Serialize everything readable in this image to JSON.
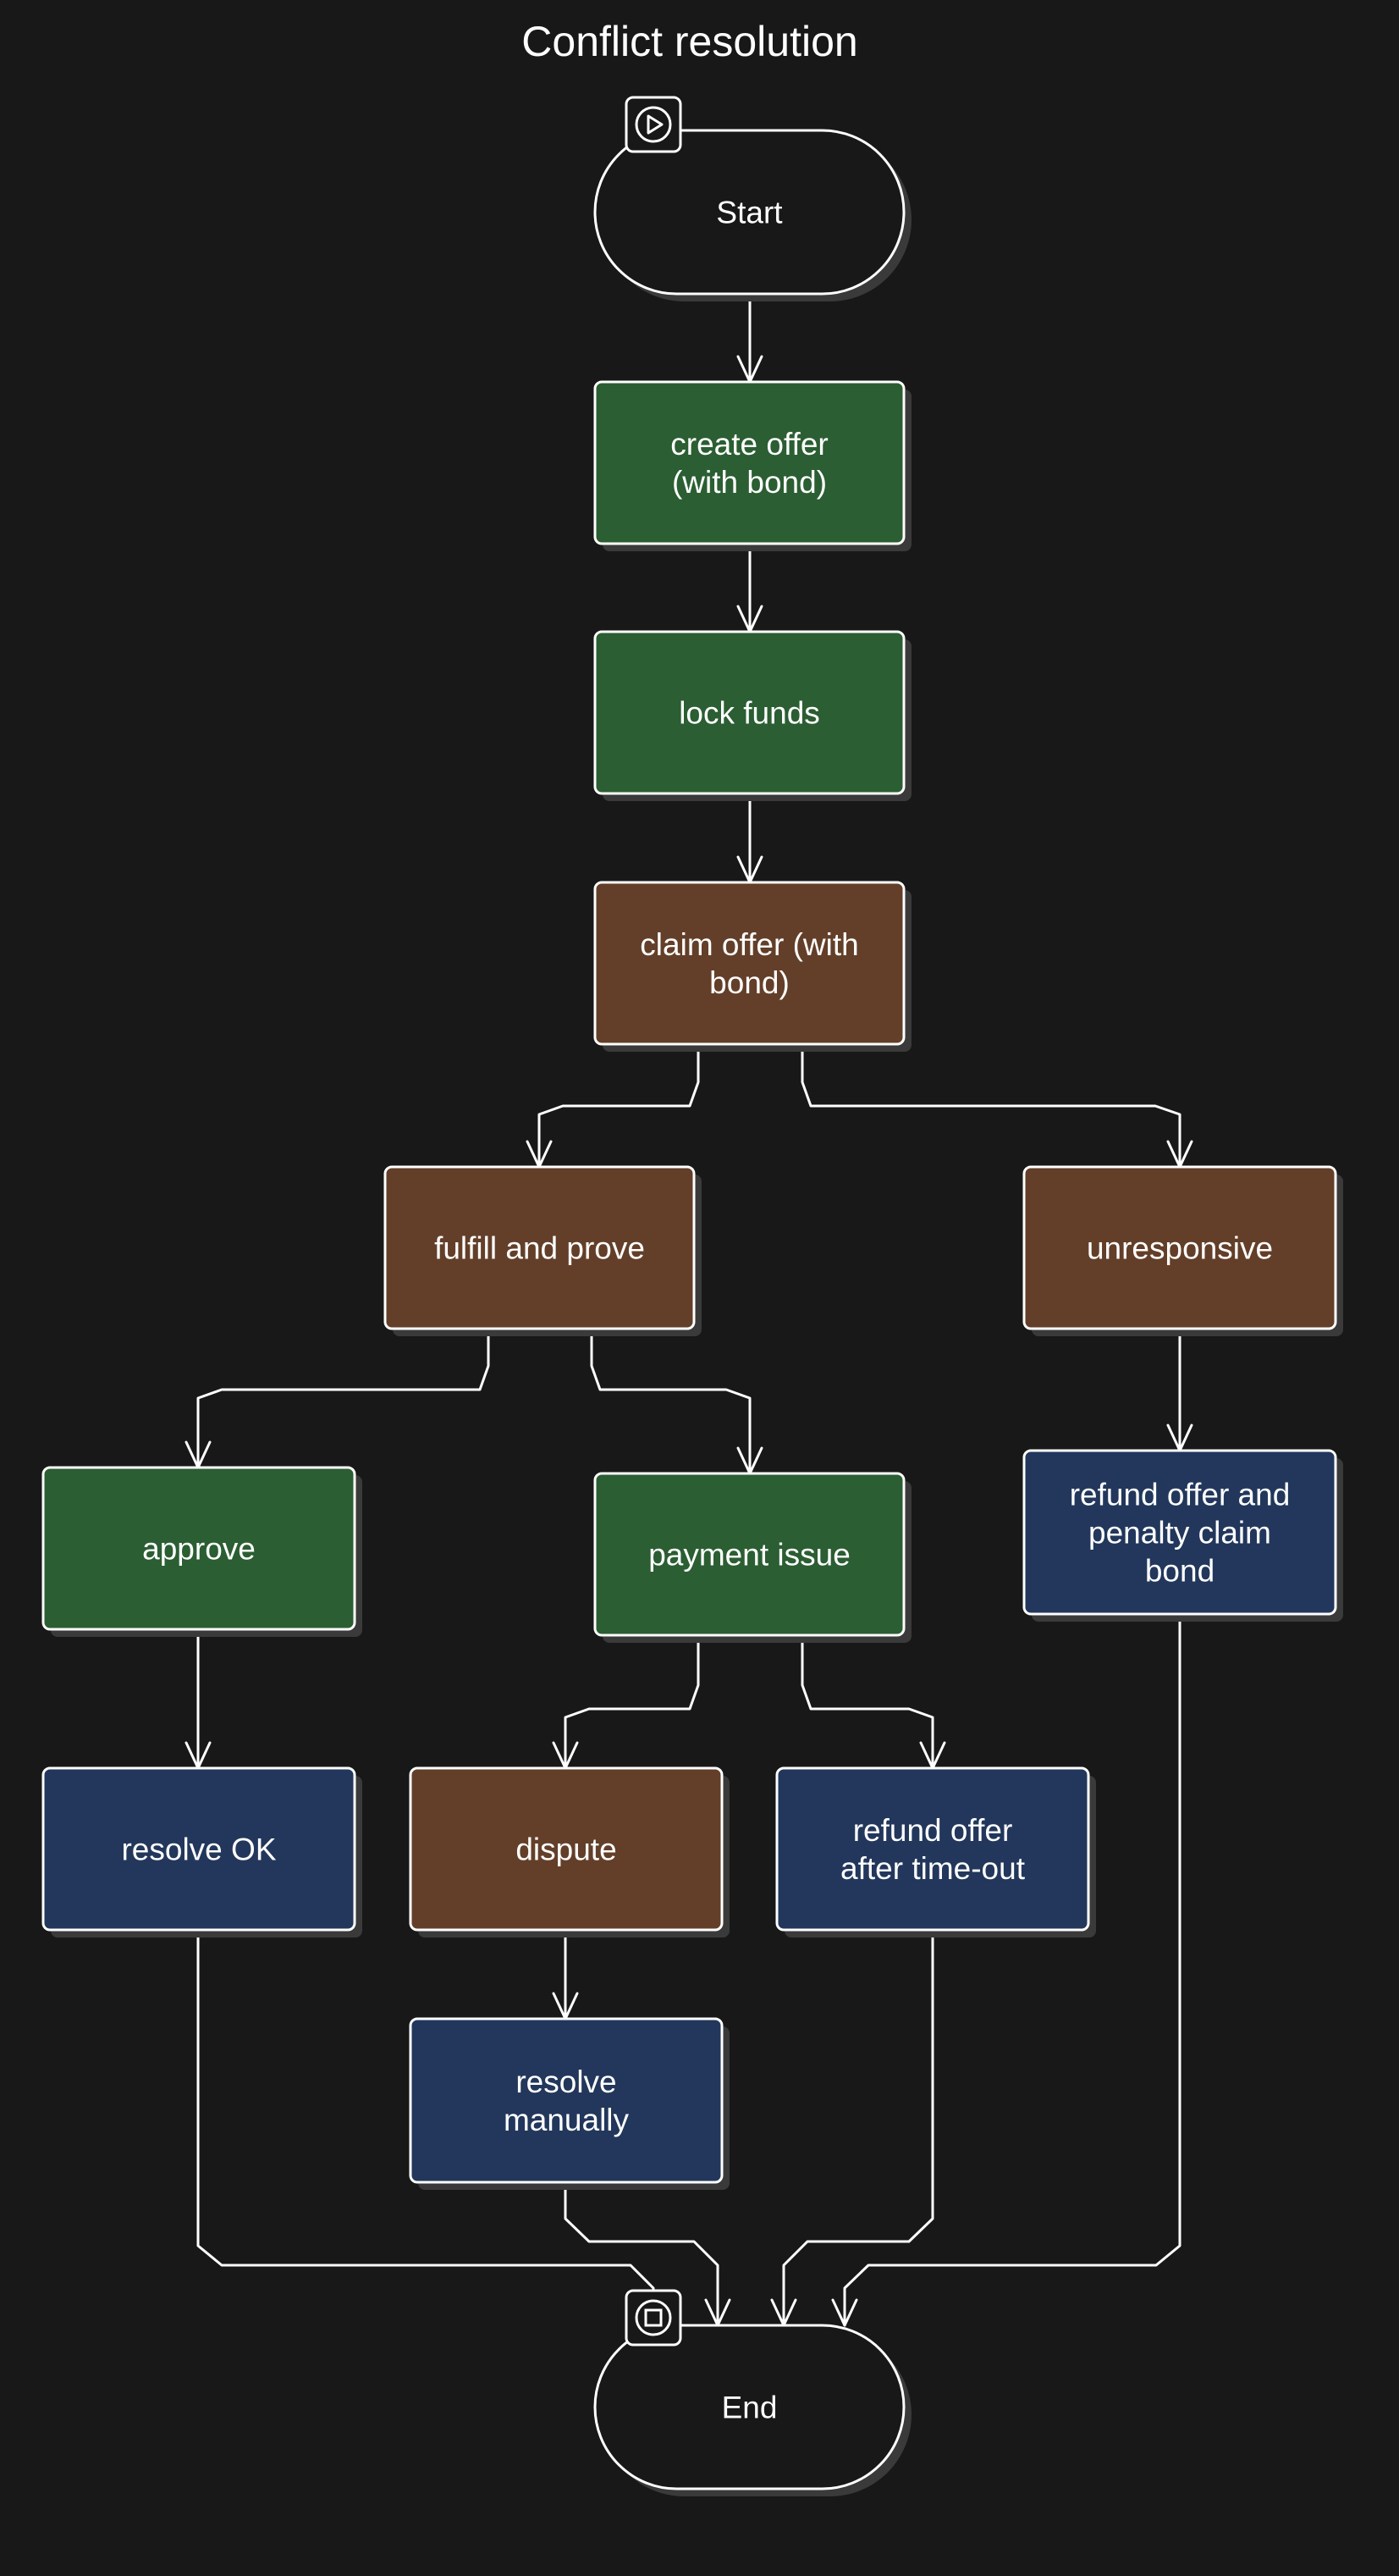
{
  "title": "Conflict resolution",
  "colors": {
    "background": "#181818",
    "green": "#2b5e32",
    "brown": "#633f29",
    "blue": "#22375b",
    "terminal": "#181818",
    "stroke": "#ffffff"
  },
  "nodes": [
    {
      "id": "start",
      "lines": [
        "Start"
      ],
      "kind": "terminal",
      "color": "terminal",
      "icon": "play-icon"
    },
    {
      "id": "create_offer",
      "lines": [
        "create offer",
        "(with bond)"
      ],
      "kind": "box",
      "color": "green"
    },
    {
      "id": "lock_funds",
      "lines": [
        "lock funds"
      ],
      "kind": "box",
      "color": "green"
    },
    {
      "id": "claim_offer",
      "lines": [
        "claim offer (with",
        "bond)"
      ],
      "kind": "box",
      "color": "brown"
    },
    {
      "id": "fulfill_prove",
      "lines": [
        "fulfill and prove"
      ],
      "kind": "box",
      "color": "brown"
    },
    {
      "id": "unresponsive",
      "lines": [
        "unresponsive"
      ],
      "kind": "box",
      "color": "brown"
    },
    {
      "id": "approve",
      "lines": [
        "approve"
      ],
      "kind": "box",
      "color": "green"
    },
    {
      "id": "payment_issue",
      "lines": [
        "payment issue"
      ],
      "kind": "box",
      "color": "green"
    },
    {
      "id": "refund_penalty",
      "lines": [
        "refund offer and",
        "penalty claim",
        "bond"
      ],
      "kind": "box",
      "color": "blue"
    },
    {
      "id": "resolve_ok",
      "lines": [
        "resolve OK"
      ],
      "kind": "box",
      "color": "blue"
    },
    {
      "id": "dispute",
      "lines": [
        "dispute"
      ],
      "kind": "box",
      "color": "brown"
    },
    {
      "id": "refund_timeout",
      "lines": [
        "refund offer",
        "after time-out"
      ],
      "kind": "box",
      "color": "blue"
    },
    {
      "id": "resolve_manually",
      "lines": [
        "resolve",
        "manually"
      ],
      "kind": "box",
      "color": "blue"
    },
    {
      "id": "end",
      "lines": [
        "End"
      ],
      "kind": "terminal",
      "color": "terminal",
      "icon": "stop-icon"
    }
  ],
  "edges": [
    {
      "from": "start",
      "to": "create_offer"
    },
    {
      "from": "create_offer",
      "to": "lock_funds"
    },
    {
      "from": "lock_funds",
      "to": "claim_offer"
    },
    {
      "from": "claim_offer",
      "to": "fulfill_prove"
    },
    {
      "from": "claim_offer",
      "to": "unresponsive"
    },
    {
      "from": "fulfill_prove",
      "to": "approve"
    },
    {
      "from": "fulfill_prove",
      "to": "payment_issue"
    },
    {
      "from": "unresponsive",
      "to": "refund_penalty"
    },
    {
      "from": "approve",
      "to": "resolve_ok"
    },
    {
      "from": "payment_issue",
      "to": "dispute"
    },
    {
      "from": "payment_issue",
      "to": "refund_timeout"
    },
    {
      "from": "dispute",
      "to": "resolve_manually"
    },
    {
      "from": "resolve_ok",
      "to": "end"
    },
    {
      "from": "resolve_manually",
      "to": "end"
    },
    {
      "from": "refund_timeout",
      "to": "end"
    },
    {
      "from": "refund_penalty",
      "to": "end"
    }
  ]
}
